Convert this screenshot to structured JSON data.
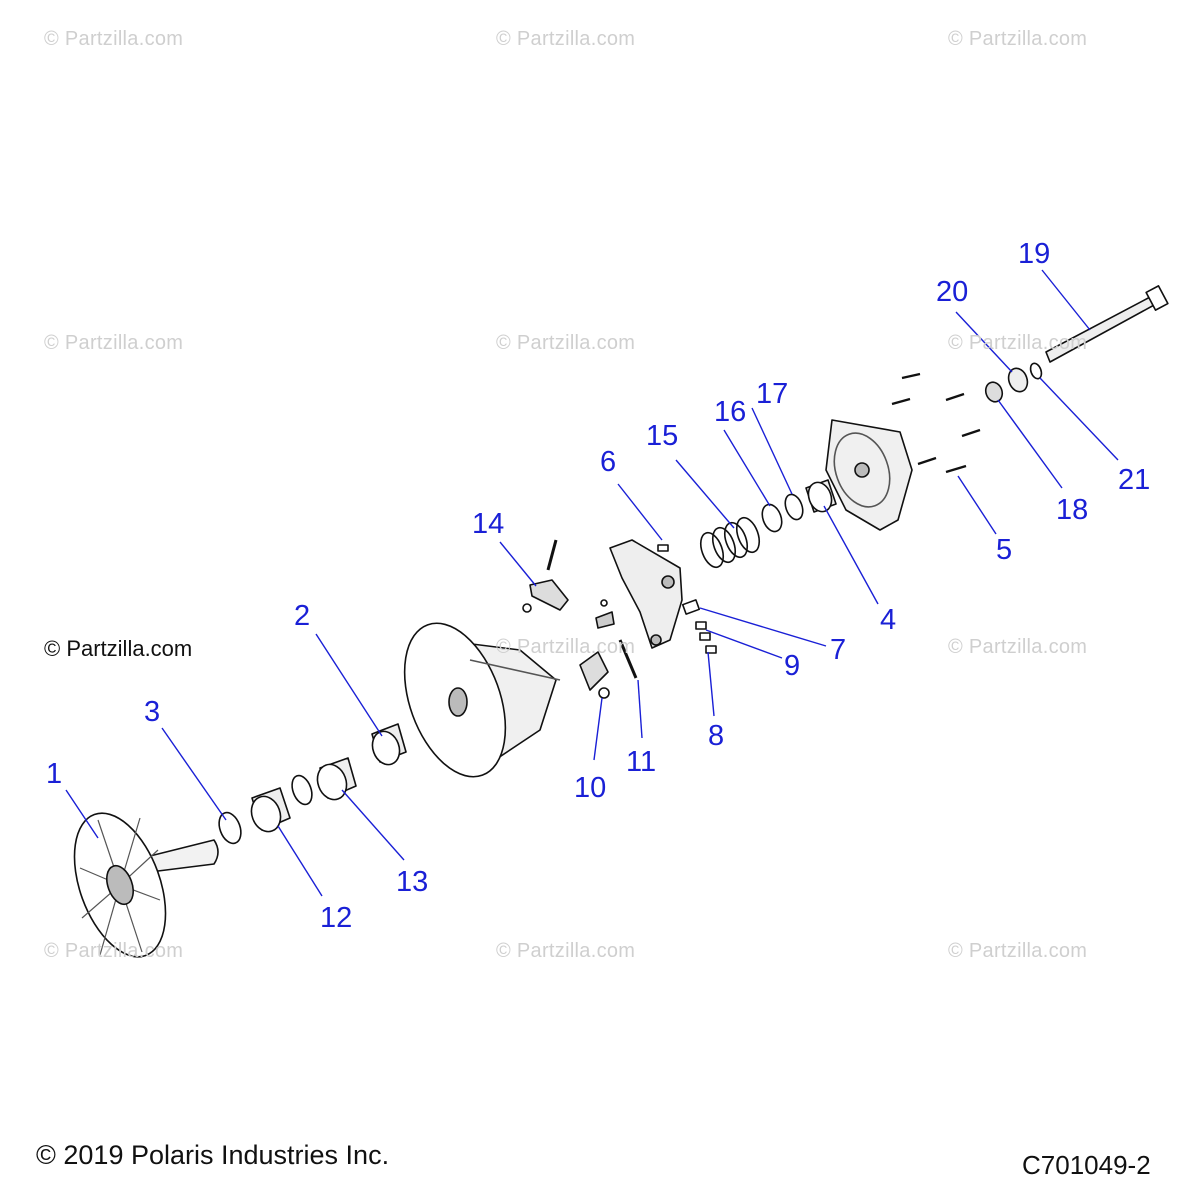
{
  "watermark_text": "© Partzilla.com",
  "copyright": "© 2019 Polaris Industries Inc.",
  "diagram_code": "C701049-2",
  "colors": {
    "callout": "#1a20d6",
    "line": "#1a20d6",
    "part_stroke": "#111111",
    "watermark": "#cfcfcf"
  },
  "callouts": [
    {
      "id": "c1",
      "label": "1"
    },
    {
      "id": "c2",
      "label": "2"
    },
    {
      "id": "c3",
      "label": "3"
    },
    {
      "id": "c4",
      "label": "4"
    },
    {
      "id": "c5",
      "label": "5"
    },
    {
      "id": "c6",
      "label": "6"
    },
    {
      "id": "c7",
      "label": "7"
    },
    {
      "id": "c8",
      "label": "8"
    },
    {
      "id": "c9",
      "label": "9"
    },
    {
      "id": "c10",
      "label": "10"
    },
    {
      "id": "c11",
      "label": "11"
    },
    {
      "id": "c12",
      "label": "12"
    },
    {
      "id": "c13",
      "label": "13"
    },
    {
      "id": "c14",
      "label": "14"
    },
    {
      "id": "c15",
      "label": "15"
    },
    {
      "id": "c16",
      "label": "16"
    },
    {
      "id": "c17",
      "label": "17"
    },
    {
      "id": "c18",
      "label": "18"
    },
    {
      "id": "c19",
      "label": "19"
    },
    {
      "id": "c20",
      "label": "20"
    },
    {
      "id": "c21",
      "label": "21"
    }
  ]
}
